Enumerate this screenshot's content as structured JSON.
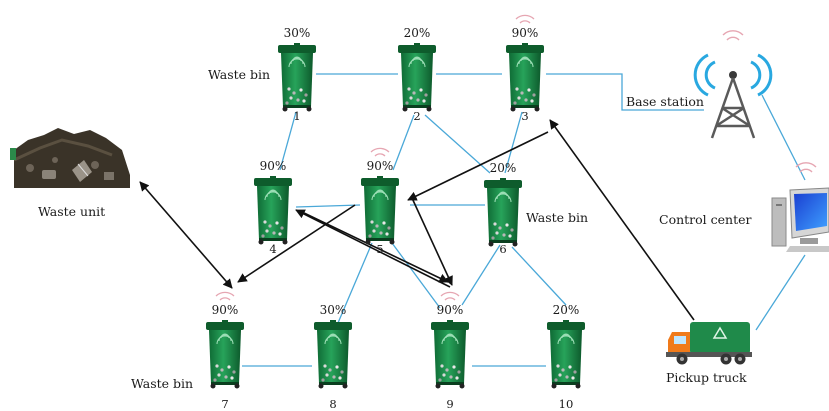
{
  "bins": [
    {
      "id": "1",
      "fill": "30%"
    },
    {
      "id": "2",
      "fill": "20%"
    },
    {
      "id": "3",
      "fill": "90%"
    },
    {
      "id": "4",
      "fill": "90%"
    },
    {
      "id": "5",
      "fill": "90%"
    },
    {
      "id": "6",
      "fill": "20%"
    },
    {
      "id": "7",
      "fill": "90%"
    },
    {
      "id": "8",
      "fill": "30%"
    },
    {
      "id": "9",
      "fill": "90%"
    },
    {
      "id": "10",
      "fill": "20%"
    }
  ],
  "labels": {
    "waste_bin_top": "Waste bin",
    "waste_bin_mid": "Waste bin",
    "waste_bin_bottom": "Waste bin",
    "waste_unit": "Waste unit",
    "base_station": "Base station",
    "control_center": "Control center",
    "pickup_truck": "Pickup truck"
  },
  "colors": {
    "bin_green": "#1d8c4a",
    "bin_dark": "#0e5c2c",
    "link_blue": "#4aa8d8",
    "route_black": "#111111",
    "signal_pink": "#e6a6b2"
  },
  "icons": [
    "waste-bin-icon",
    "wifi-signal-icon",
    "cell-tower-icon",
    "computer-icon",
    "garbage-truck-icon",
    "landfill-icon"
  ]
}
